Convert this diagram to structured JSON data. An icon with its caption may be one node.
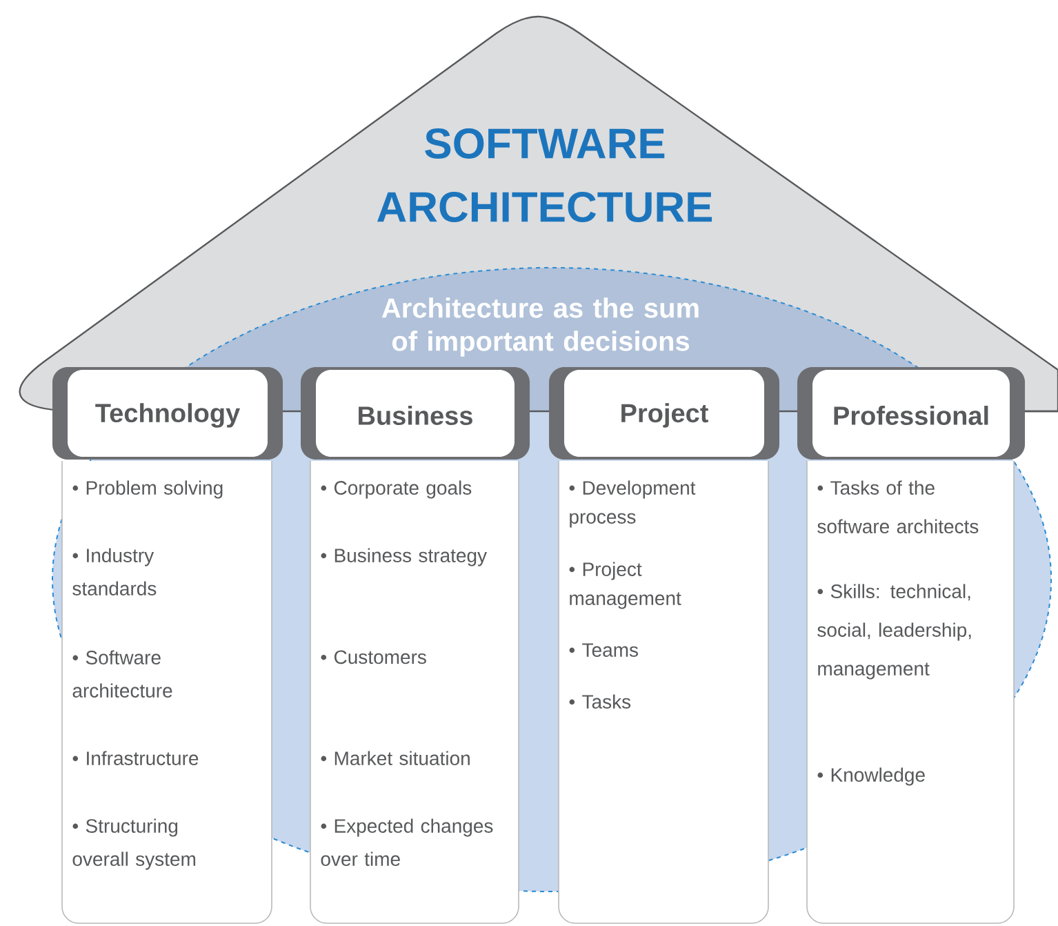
{
  "diagram": {
    "nodes": [
      {
        "text": [
          "SOFTWARE ARCHITECTURE"
        ]
      },
      {
        "text": [
          "Architecture as the sum of important decisions"
        ],
        "in": 0
      },
      {
        "text": [
          "Technology"
        ]
      },
      {
        "text": [
          "• Problem solving",
          "• Industry standards",
          "• Software architecture",
          "• Infrastructure",
          "• Structuring overall system"
        ]
      },
      {
        "text": [
          "Business"
        ]
      },
      {
        "text": [
          "• Corporate goals",
          "• Business strategy",
          "• Customers",
          "• Market situation",
          "• Expected changes over time"
        ]
      },
      {
        "text": [
          "Project"
        ]
      },
      {
        "text": [
          "• Development process",
          "• Project management",
          "• Teams",
          "• Tasks"
        ]
      },
      {
        "text": [
          "Professional"
        ]
      },
      {
        "text": [
          "• Tasks of the software architects",
          "• Skills: technical, social, leadership, management",
          "• Knowledge"
        ]
      }
    ]
  }
}
